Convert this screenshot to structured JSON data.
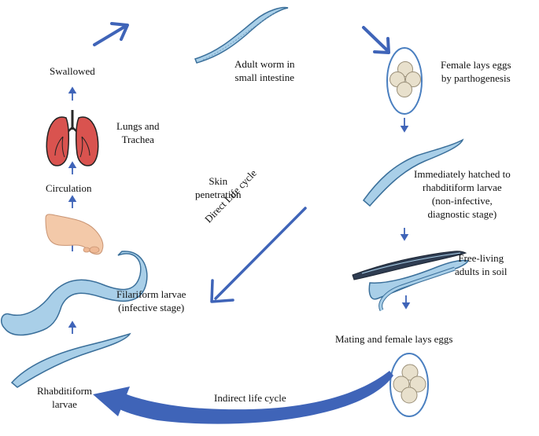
{
  "colors": {
    "arrow": "#3f64b8",
    "worm_fill": "#a9cfe8",
    "worm_stroke": "#3a6f9a",
    "egg_shell": "#4a7fc0",
    "egg_cell": "#e8e0cc",
    "lungs": "#d9534f",
    "skin": "#f3c9a9"
  },
  "labels": {
    "swallowed": "Swallowed",
    "adult_worm": "Adult worm in\nsmall intestine",
    "female_lays_eggs": "Female lays eggs\nby parthogenesis",
    "lungs_trachea": "Lungs and\nTrachea",
    "skin_penetration": "Skin\npenetration",
    "circulation": "Circulation",
    "immediately_hatched": "Immediately hatched to\nrhabditiform larvae\n(non-infective,\ndiagnostic stage)",
    "direct_life_cycle": "Direct Life cycle",
    "free_living": "Free-living\nadults in soil",
    "filariform": "Filariform larvae\n(infective stage)",
    "mating": "Mating and female lays eggs",
    "indirect_life_cycle": "Indirect life cycle",
    "rhabditiform": "Rhabditiform\nlarvae"
  },
  "icons": [
    "lungs-icon",
    "foot-icon",
    "egg-icon",
    "worm-icon"
  ]
}
